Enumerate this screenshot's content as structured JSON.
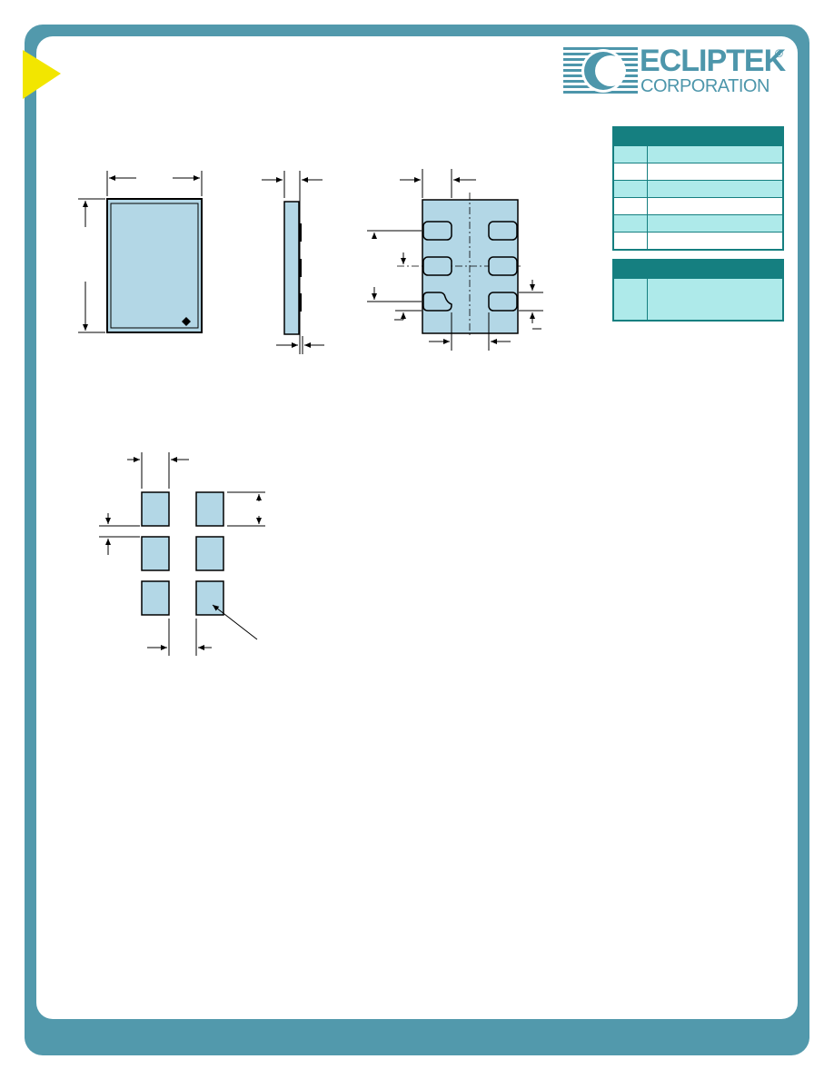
{
  "logo": {
    "name": "ECLIPTEK",
    "registered": "®",
    "subtitle": "CORPORATION"
  },
  "colors": {
    "frame": "#5299ac",
    "accent_triangle": "#f2e600",
    "table_header": "#157f80",
    "table_alt_row": "#aeeaea",
    "part_fill": "#b3d7e6",
    "outline": "#000000"
  },
  "spec_table": {
    "rows": [
      {
        "col1": "",
        "col2": ""
      },
      {
        "col1": "",
        "col2": ""
      },
      {
        "col1": "",
        "col2": ""
      },
      {
        "col1": "",
        "col2": ""
      },
      {
        "col1": "",
        "col2": ""
      },
      {
        "col1": "",
        "col2": ""
      }
    ]
  },
  "marking_table": {
    "rows": [
      {
        "col1": "",
        "col2": ""
      }
    ]
  },
  "drawings": {
    "top_view": "package-top-view",
    "side_view": "package-side-view",
    "bottom_view": "package-bottom-view",
    "land_pattern": "suggested-solder-pad-layout"
  }
}
